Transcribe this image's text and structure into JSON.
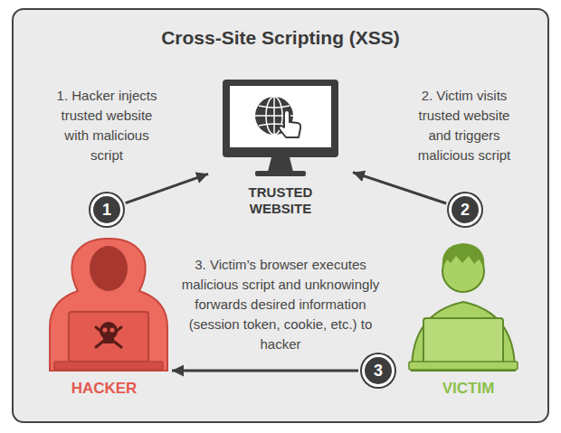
{
  "diagram": {
    "title": "Cross-Site Scripting (XSS)",
    "nodes": [
      {
        "text": [
          "TRUSTED WEBSITE"
        ]
      },
      {
        "text": [
          "1"
        ]
      },
      {
        "text": [
          "2"
        ]
      },
      {
        "text": [
          "HACKER"
        ]
      },
      {
        "text": [
          "3"
        ]
      },
      {
        "text": [
          "VICTIM"
        ]
      }
    ],
    "edges": [
      {
        "from": 1,
        "to": 0,
        "arrow": "to"
      },
      {
        "from": 2,
        "to": 0,
        "arrow": "to"
      },
      {
        "from": 4,
        "to": 3,
        "arrow": "to"
      }
    ],
    "labels": [
      "1. Hacker injects trusted website with malicious script",
      "2. Victim visits trusted website and triggers malicious script",
      "3. Victim’s browser executes malicious script and unknowingly forwards desired information (session token, cookie, etc.) to hacker"
    ]
  }
}
